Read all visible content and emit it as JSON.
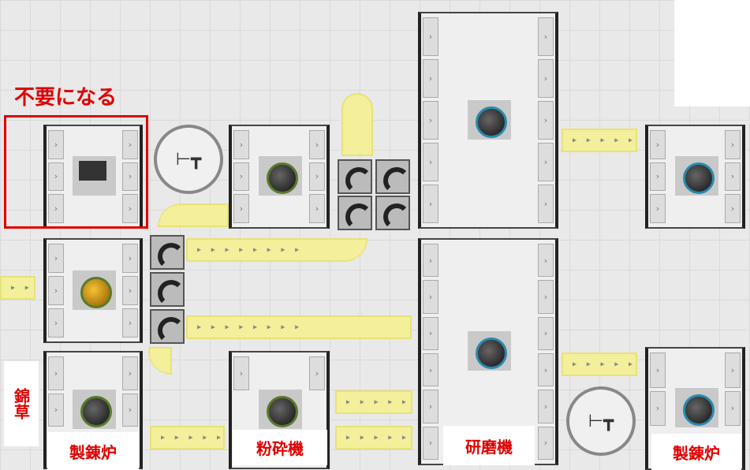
{
  "annotations": {
    "unneeded": "不要になる",
    "nishiki_grass": "錦草",
    "smelter_left": "製錬炉",
    "crusher": "粉砕機",
    "grinder": "研磨機",
    "smelter_right": "製錬炉"
  },
  "colors": {
    "annotation": "#e00000",
    "belt": "#f3ef9a",
    "grid": "#e9e9e9"
  },
  "icons": {
    "pylon": "power-pylon-icon",
    "splitter": "belt-bridge-icon"
  }
}
